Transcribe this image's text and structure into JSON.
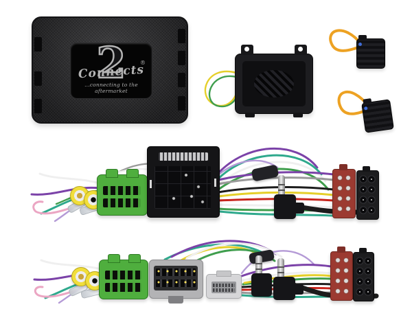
{
  "logo": {
    "brand_script": "Connects",
    "brand_number": "2",
    "registered_mark": "®",
    "tagline": "...connecting to the aftermarket"
  },
  "palette": {
    "background": "#ffffff",
    "box_carbon": "#232325",
    "logo_plate": "#050505",
    "logo_silver": "#b4b4b4",
    "module_black": "#1d1d20",
    "fibre_loop_orange": "#eda223",
    "fibre_dot_blue": "#3f6cd8",
    "connector_green": "#4fae3e",
    "quadlock_black": "#151517",
    "rca_yellow": "#f1de3b",
    "iso_red": "#9c3a31",
    "iso_black": "#1d1d1f",
    "connector_grey": "#b3b3b5",
    "connector_white": "#d6d6d8",
    "jack_silver": "#efefef",
    "wire_purple": "#7b42a8",
    "wire_teal": "#2fa98d",
    "wire_pink": "#eba6c3",
    "wire_yellow": "#e5cf2a",
    "wire_red": "#c8251d",
    "wire_green": "#3f9e4d",
    "wire_white": "#efefef",
    "wire_black": "#1c1c1c",
    "wire_grey": "#9a9a9a",
    "wire_lavender": "#b49ad6"
  }
}
